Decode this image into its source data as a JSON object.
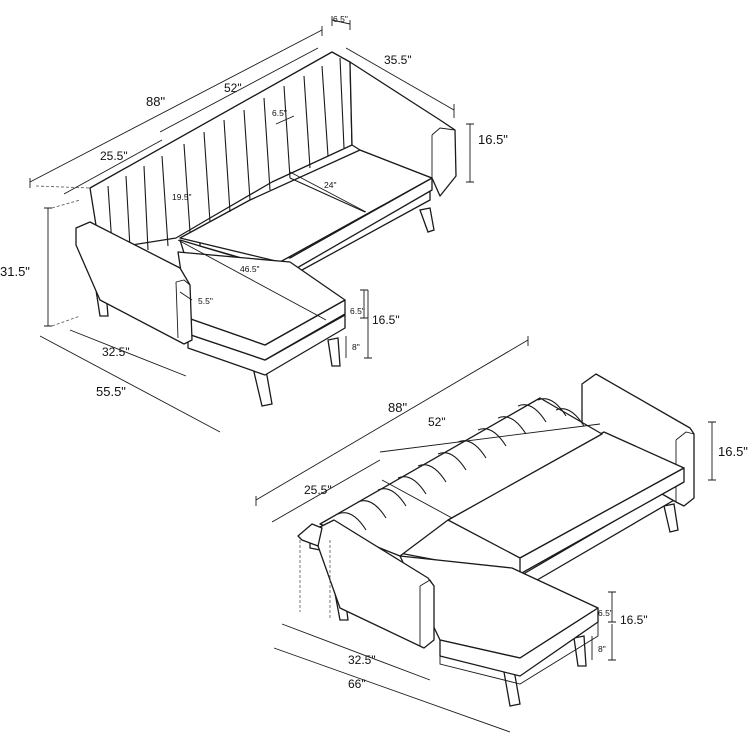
{
  "top_view": {
    "overall_width": "88\"",
    "main_seat_width": "52\"",
    "chaise_back_width": "25.5\"",
    "armrest_width": "6.5\"",
    "side_depth": "35.5\"",
    "arm_height": "16.5\"",
    "channel_width": "6.5\"",
    "back_height": "19.5\"",
    "seat_depth": "24\"",
    "chaise_seat_length": "46.5\"",
    "overall_height": "31.5\"",
    "armrest_thickness": "5.5\"",
    "cushion_thickness": "6.5\"",
    "seat_height": "16.5\"",
    "leg_height": "8\"",
    "chaise_width": "32.5\"",
    "chaise_depth": "55.5\""
  },
  "bed_view": {
    "overall_width": "88\"",
    "main_width": "52\"",
    "chaise_back_width": "25.5\"",
    "arm_height": "16.5\"",
    "cushion_thickness": "6.5\"",
    "seat_height": "16.5\"",
    "leg_height": "8\"",
    "chaise_width": "32.5\"",
    "bed_length": "66\""
  }
}
